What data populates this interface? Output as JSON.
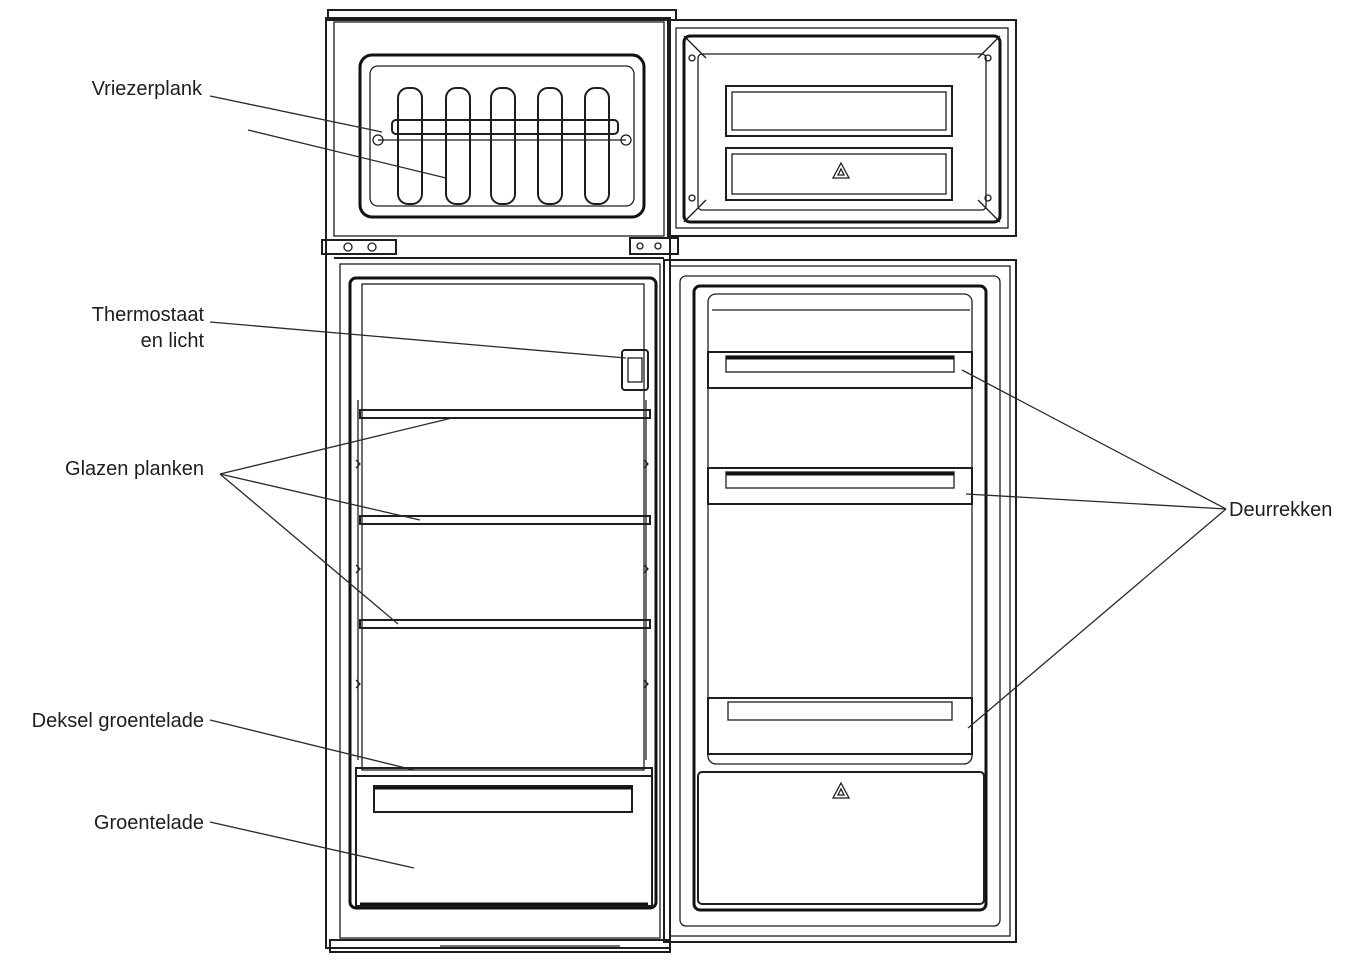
{
  "labels": {
    "vriezerplank": "Vriezerplank",
    "thermostaat_line1": "Thermostaat",
    "thermostaat_line2": "en licht",
    "glazen_planken": "Glazen planken",
    "deksel_groentelade": "Deksel groentelade",
    "groentelade": "Groentelade",
    "deurrekken": "Deurrekken"
  },
  "icons": {
    "recycle_upper": "recycle-icon",
    "recycle_lower": "recycle-icon"
  },
  "colors": {
    "line": "#1e1e1e",
    "background": "#ffffff"
  }
}
